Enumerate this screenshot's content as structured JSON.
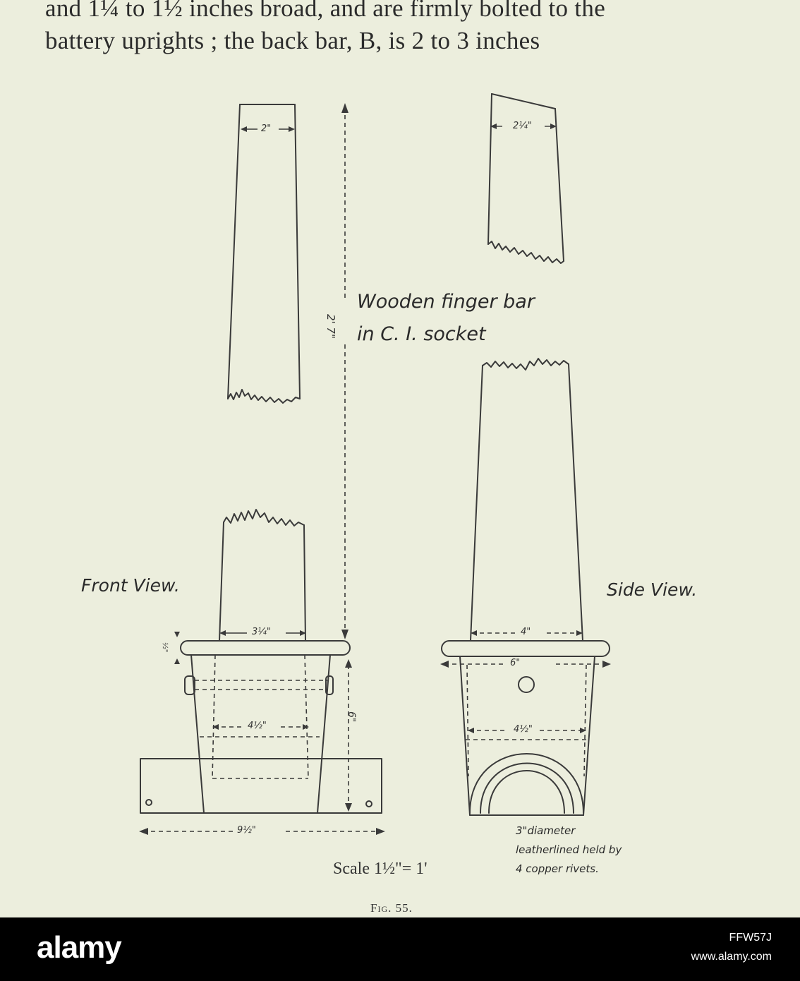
{
  "text": {
    "line1": "and 1¼ to 1½ inches broad, and are firmly bolted to the",
    "line2": "battery uprights ;  the back bar, B, is 2 to 3 inches"
  },
  "figure": {
    "caption": "Fig. 55.",
    "title_line1": "Wooden finger bar",
    "title_line2": "in C. I. socket",
    "front_view_label": "Front View.",
    "side_view_label": "Side View.",
    "scale_label": "Scale 1½\"= 1'",
    "note_line1": "3\"diameter",
    "note_line2": "leatherlined held by",
    "note_line3": "4 copper rivets."
  },
  "dimensions": {
    "bar_front_width": "2\"",
    "bar_side_width": "2¼\"",
    "bar_length": "2' 7\"",
    "socket_front_top": "3¼\"",
    "socket_front_inner": "4½\"",
    "socket_height": "6\"",
    "base_width": "9½\"",
    "rim_thickness": "½\"",
    "side_top": "4\"",
    "side_rim": "6\"",
    "side_inner": "4½\""
  },
  "footer": {
    "brand": "alamy",
    "image_id": "FFW57J",
    "site": "www.alamy.com"
  }
}
